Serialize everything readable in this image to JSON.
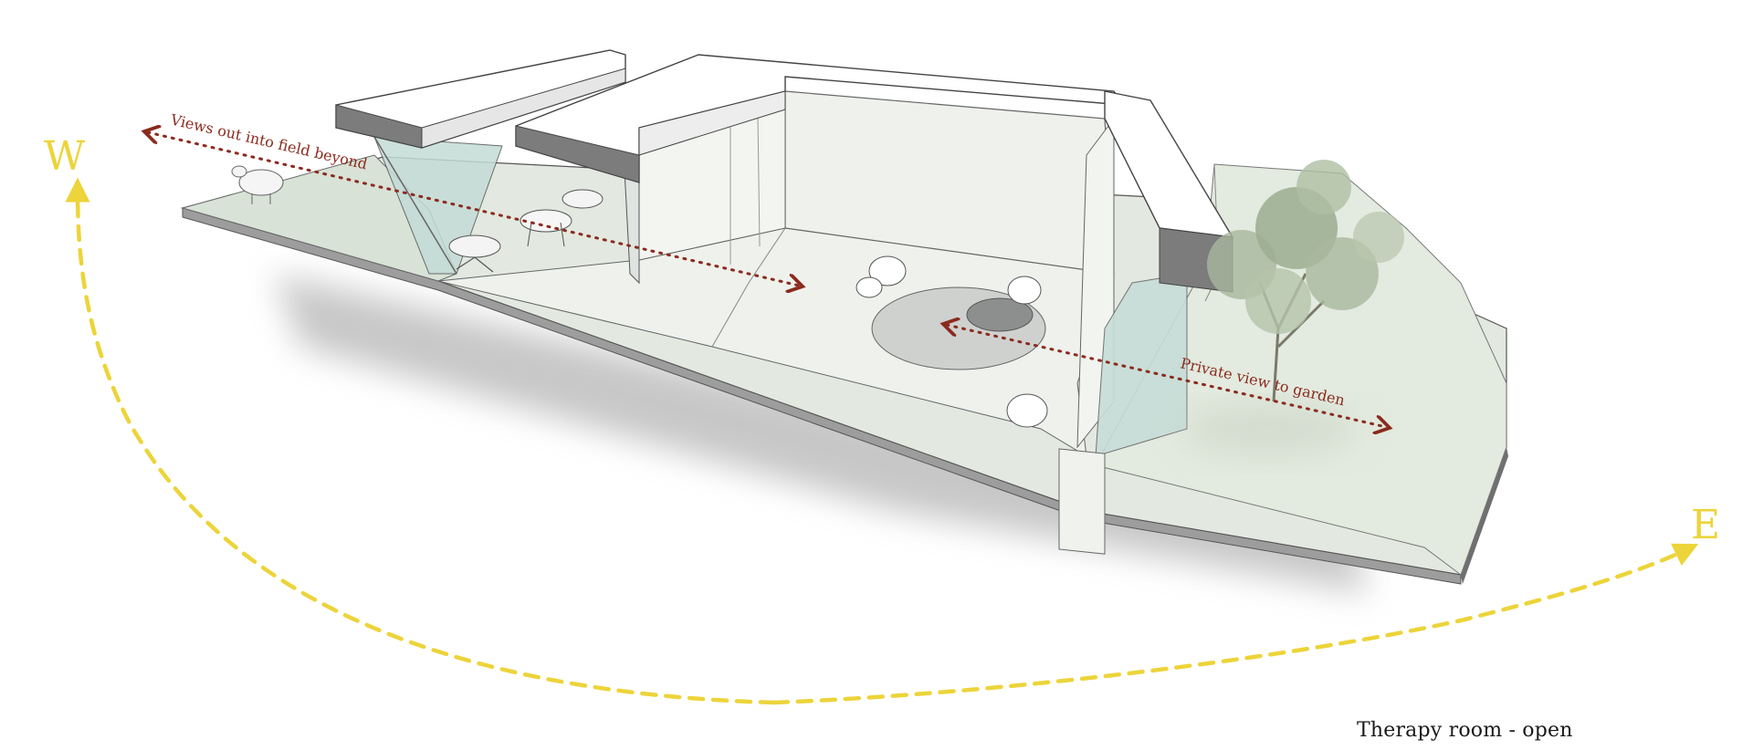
{
  "compass": {
    "west": "W",
    "east": "E"
  },
  "views": {
    "field": "Views out into field beyond",
    "garden": "Private view to garden"
  },
  "caption": "Therapy room - open",
  "colors": {
    "sun_path": "#ecd43a",
    "view_arrows": "#8a2b1e",
    "glass": "#bfd9d4",
    "ground": "#dfe6dc",
    "wall_dark": "#7c7c7c"
  }
}
